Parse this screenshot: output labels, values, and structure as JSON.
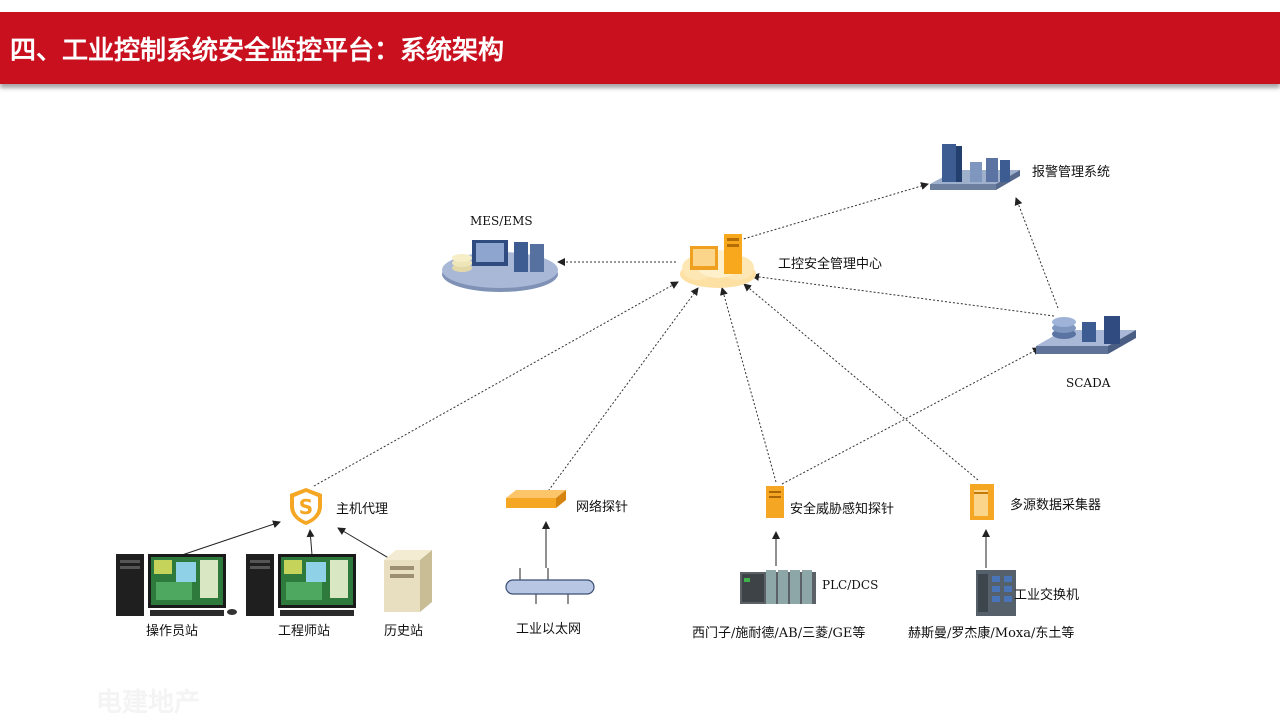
{
  "header": {
    "title": "四、工业控制系统安全监控平台：系统架构"
  },
  "nodes": {
    "alarm": "报警管理系统",
    "mes": "MES/EMS",
    "center": "工控安全管理中心",
    "scada": "SCADA",
    "host_agent": "主机代理",
    "network_probe": "网络探针",
    "threat_probe": "安全威胁感知探针",
    "collector": "多源数据采集器",
    "operator": "操作员站",
    "engineer": "工程师站",
    "history": "历史站",
    "ethernet": "工业以太网",
    "plc": "PLC/DCS",
    "plc_vendors": "西门子/施耐德/AB/三菱/GE等",
    "switch": "工业交换机",
    "switch_vendors": "赫斯曼/罗杰康/Moxa/东土等"
  },
  "watermark": "电建地产"
}
